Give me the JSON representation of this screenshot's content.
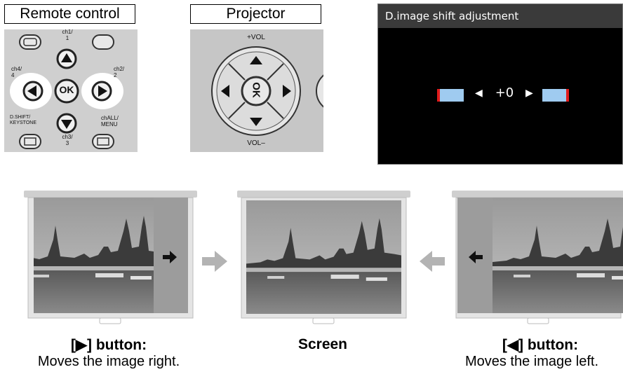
{
  "labels": {
    "remote_control": "Remote control",
    "projector": "Projector"
  },
  "remote": {
    "ch1": "ch1/\n1",
    "ch2": "ch2/\n2",
    "ch3": "ch3/\n3",
    "ch4": "ch4/\n4",
    "dshift": "D.SHIFT/\nKEYSTONE",
    "chall": "chALL/\nMENU",
    "ok": "OK"
  },
  "projector_pad": {
    "vol_plus": "+VOL",
    "vol_minus": "VOL–",
    "ok": "OK"
  },
  "osd": {
    "title": "D.image shift adjustment",
    "value": "+0",
    "left_arrow": "◀",
    "right_arrow": "▶"
  },
  "captions": {
    "right_title": "[▶] button:",
    "right_desc": "Moves the image right.",
    "center_title": "Screen",
    "left_title": "[◀] button:",
    "left_desc": "Moves the image left."
  },
  "colors": {
    "highlight": "#ffffff",
    "arrow_gray": "#b3b3b3",
    "osd_bar": "#9fcbf0",
    "osd_marker": "#e11b1b"
  }
}
